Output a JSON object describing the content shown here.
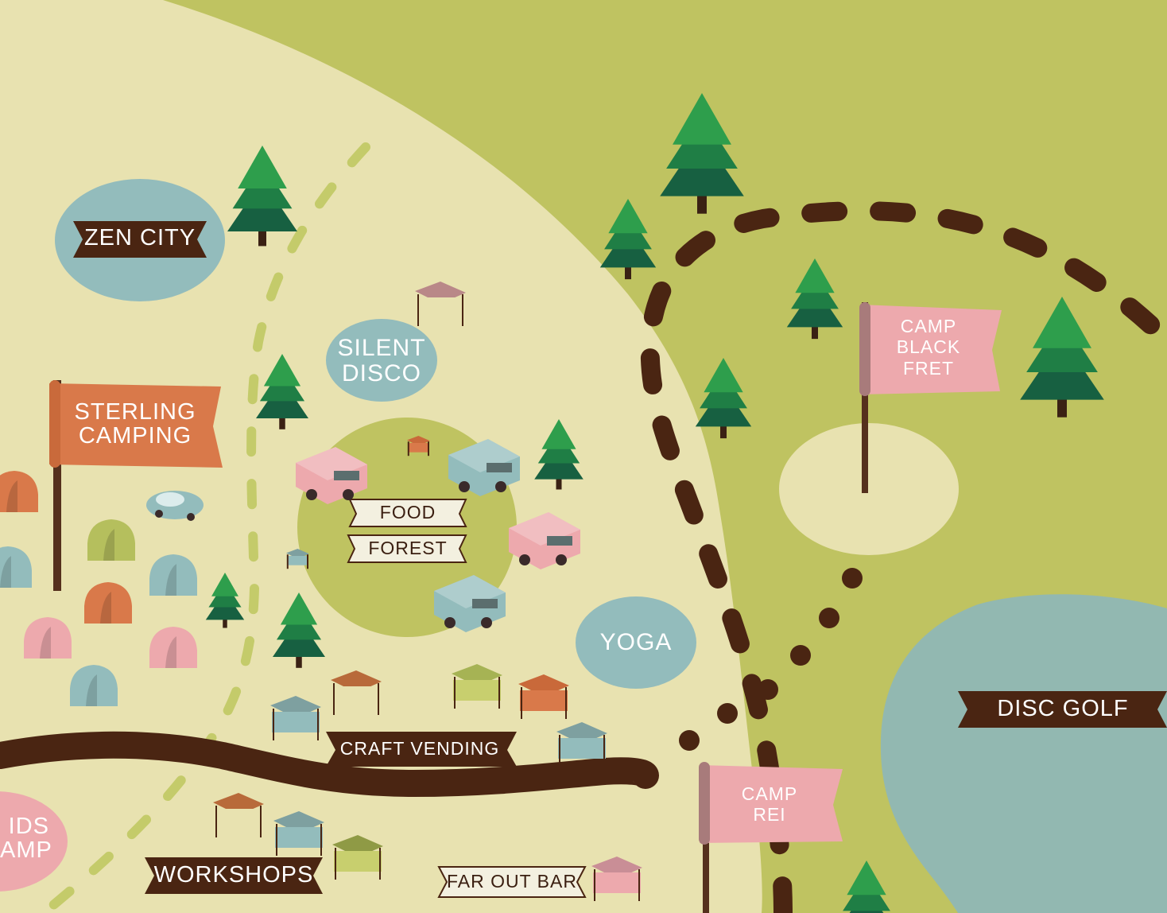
{
  "colors": {
    "grass": "#bfc361",
    "field": "#e8e2b0",
    "water": "#92b8b1",
    "zone_blue": "#93bcbc",
    "path_brown": "#4a2512",
    "dashed_green": "#c4cb6a",
    "flag_orange": "#d9794a",
    "flag_pink": "#eda9ad",
    "pole_brown": "#55301d",
    "pole_pink": "#a87b7b",
    "tree_light": "#2e9e4c",
    "tree_mid": "#1f7e45",
    "tree_dark": "#176041",
    "food_circle": "#bfc361"
  },
  "labels": {
    "zen_city": "ZEN CITY",
    "silent_disco_1": "SILENT",
    "silent_disco_2": "DISCO",
    "sterling_1": "STERLING",
    "sterling_2": "CAMPING",
    "food": "FOOD",
    "forest": "FOREST",
    "yoga": "YOGA",
    "camp_black_fret_1": "CAMP",
    "camp_black_fret_2": "BLACK",
    "camp_black_fret_3": "FRET",
    "disc_golf": "DISC GOLF",
    "craft_vending": "CRAFT VENDING",
    "camp_rei_1": "CAMP",
    "camp_rei_2": "REI",
    "kids_camp_1": "IDS",
    "kids_camp_2": "AMP",
    "workshops": "WORKSHOPS",
    "far_out_bar": "FAR OUT BAR"
  },
  "icons": [
    "pine-tree-icon",
    "tent-icon",
    "food-truck-icon",
    "vendor-tent-icon",
    "car-icon",
    "flag-icon"
  ]
}
